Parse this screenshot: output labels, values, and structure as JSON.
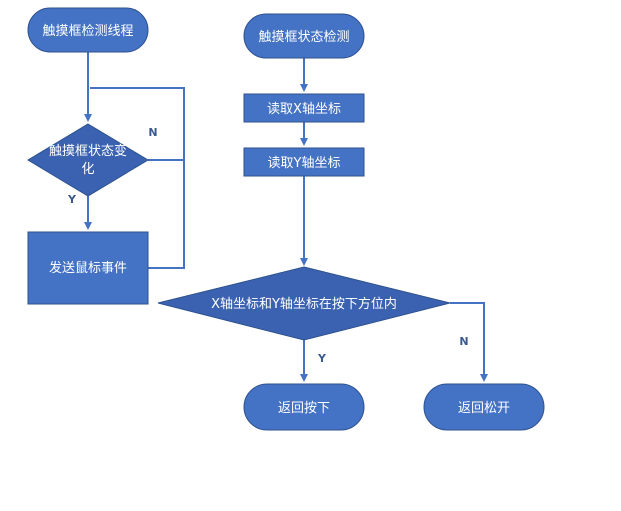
{
  "nodes": {
    "thread_start": "触摸框检测线程",
    "state_changed_line1": "触摸框状态变",
    "state_changed_line2": "化",
    "send_mouse_event": "发送鼠标事件",
    "detect_state": "触摸框状态检测",
    "read_x": "读取X轴坐标",
    "read_y": "读取Y轴坐标",
    "in_press_region": "X轴坐标和Y轴坐标在按下方位内",
    "return_press": "返回按下",
    "return_release": "返回松开"
  },
  "edge_labels": {
    "left_no": "N",
    "left_yes": "Y",
    "right_yes": "Y",
    "right_no": "N"
  },
  "colors": {
    "node_fill": "#4472c4",
    "node_stroke": "#2f528f",
    "edge": "#4472c4",
    "label": "#3b5a8c"
  }
}
